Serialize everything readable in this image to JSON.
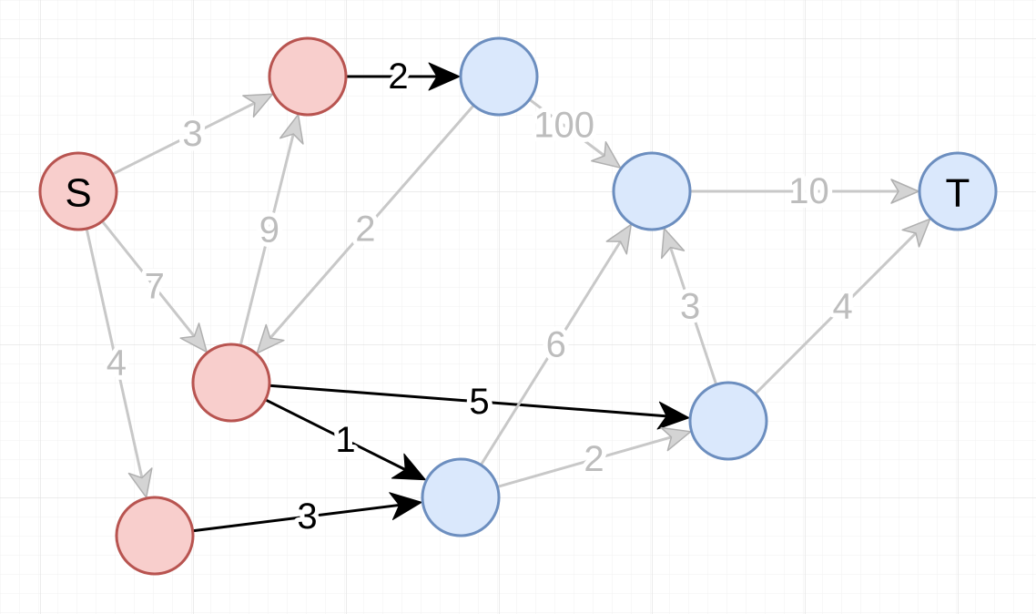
{
  "colors": {
    "grid_minor": "#f0f0f0",
    "grid_major": "#e0e0e0",
    "red_fill": "#f8cecc",
    "red_stroke": "#b85450",
    "blue_fill": "#dae8fc",
    "blue_stroke": "#6c8ebf",
    "edge_dim": "#c8c8c8",
    "edge_dim_text": "#bdbdbd",
    "edge_bold": "#000000"
  },
  "nodes": [
    {
      "id": "S",
      "label": "S",
      "kind": "red"
    },
    {
      "id": "A",
      "label": "",
      "kind": "red"
    },
    {
      "id": "B",
      "label": "",
      "kind": "red"
    },
    {
      "id": "C",
      "label": "",
      "kind": "red"
    },
    {
      "id": "D",
      "label": "",
      "kind": "blue"
    },
    {
      "id": "E",
      "label": "",
      "kind": "blue"
    },
    {
      "id": "F",
      "label": "",
      "kind": "blue"
    },
    {
      "id": "G",
      "label": "",
      "kind": "blue"
    },
    {
      "id": "T",
      "label": "T",
      "kind": "blue"
    }
  ],
  "edges": [
    {
      "from": "S",
      "to": "A",
      "weight": "3",
      "bold": false
    },
    {
      "from": "S",
      "to": "B",
      "weight": "7",
      "bold": false
    },
    {
      "from": "S",
      "to": "C",
      "weight": "4",
      "bold": false
    },
    {
      "from": "B",
      "to": "A",
      "weight": "9",
      "bold": false
    },
    {
      "from": "A",
      "to": "D",
      "weight": "2",
      "bold": true
    },
    {
      "from": "D",
      "to": "B",
      "weight": "2",
      "bold": false
    },
    {
      "from": "D",
      "to": "E",
      "weight": "100",
      "bold": false
    },
    {
      "from": "E",
      "to": "T",
      "weight": "10",
      "bold": false
    },
    {
      "from": "B",
      "to": "G",
      "weight": "5",
      "bold": true
    },
    {
      "from": "B",
      "to": "F",
      "weight": "1",
      "bold": true
    },
    {
      "from": "C",
      "to": "F",
      "weight": "3",
      "bold": true
    },
    {
      "from": "F",
      "to": "E",
      "weight": "6",
      "bold": false
    },
    {
      "from": "F",
      "to": "G",
      "weight": "2",
      "bold": false
    },
    {
      "from": "G",
      "to": "E",
      "weight": "3",
      "bold": false
    },
    {
      "from": "G",
      "to": "T",
      "weight": "4",
      "bold": false
    }
  ]
}
